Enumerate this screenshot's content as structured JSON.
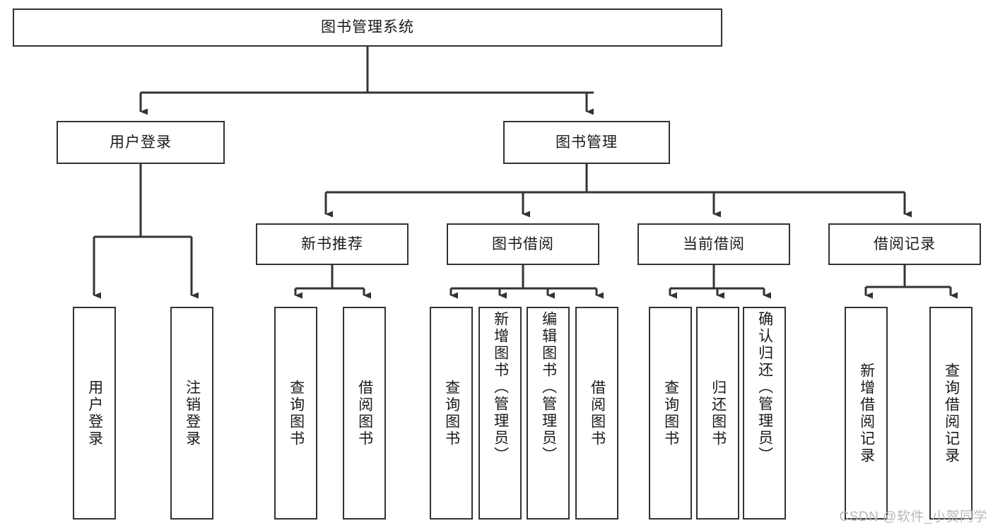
{
  "diagram": {
    "type": "tree-hierarchy",
    "title": "图书管理系统",
    "watermark": "CSDN @软件_小贺同学",
    "colors": {
      "box_border": "#333333",
      "box_fill": "#ffffff",
      "line": "#333333",
      "text": "#1a1a1a",
      "watermark": "#b9b9b9"
    },
    "nodes": {
      "root": {
        "label": "图书管理系统"
      },
      "level2": [
        {
          "id": "user-login",
          "label": "用户登录"
        },
        {
          "id": "book-management",
          "label": "图书管理"
        }
      ],
      "level3": [
        {
          "id": "new-book-recommend",
          "label": "新书推荐"
        },
        {
          "id": "book-borrow",
          "label": "图书借阅"
        },
        {
          "id": "current-borrow",
          "label": "当前借阅"
        },
        {
          "id": "borrow-record",
          "label": "借阅记录"
        }
      ],
      "leaves": [
        {
          "id": "leaf-user-login",
          "label": "用户登录",
          "parent": "user-login"
        },
        {
          "id": "leaf-logout-login",
          "label": "注销登录",
          "parent": "user-login"
        },
        {
          "id": "leaf-query-book-1",
          "label": "查询图书",
          "parent": "new-book-recommend"
        },
        {
          "id": "leaf-borrow-book-1",
          "label": "借阅图书",
          "parent": "new-book-recommend"
        },
        {
          "id": "leaf-query-book-2",
          "label": "查询图书",
          "parent": "book-borrow"
        },
        {
          "id": "leaf-add-book",
          "label": "新增图书（管理员）",
          "parent": "book-borrow"
        },
        {
          "id": "leaf-edit-book",
          "label": "编辑图书（管理员）",
          "parent": "book-borrow"
        },
        {
          "id": "leaf-borrow-book-2",
          "label": "借阅图书",
          "parent": "book-borrow"
        },
        {
          "id": "leaf-query-book-3",
          "label": "查询图书",
          "parent": "current-borrow"
        },
        {
          "id": "leaf-return-book",
          "label": "归还图书",
          "parent": "current-borrow"
        },
        {
          "id": "leaf-confirm-return",
          "label": "确认归还（管理员）",
          "parent": "current-borrow"
        },
        {
          "id": "leaf-add-record",
          "label": "新增借阅记录",
          "parent": "borrow-record"
        },
        {
          "id": "leaf-query-record",
          "label": "查询借阅记录",
          "parent": "borrow-record"
        }
      ]
    }
  }
}
